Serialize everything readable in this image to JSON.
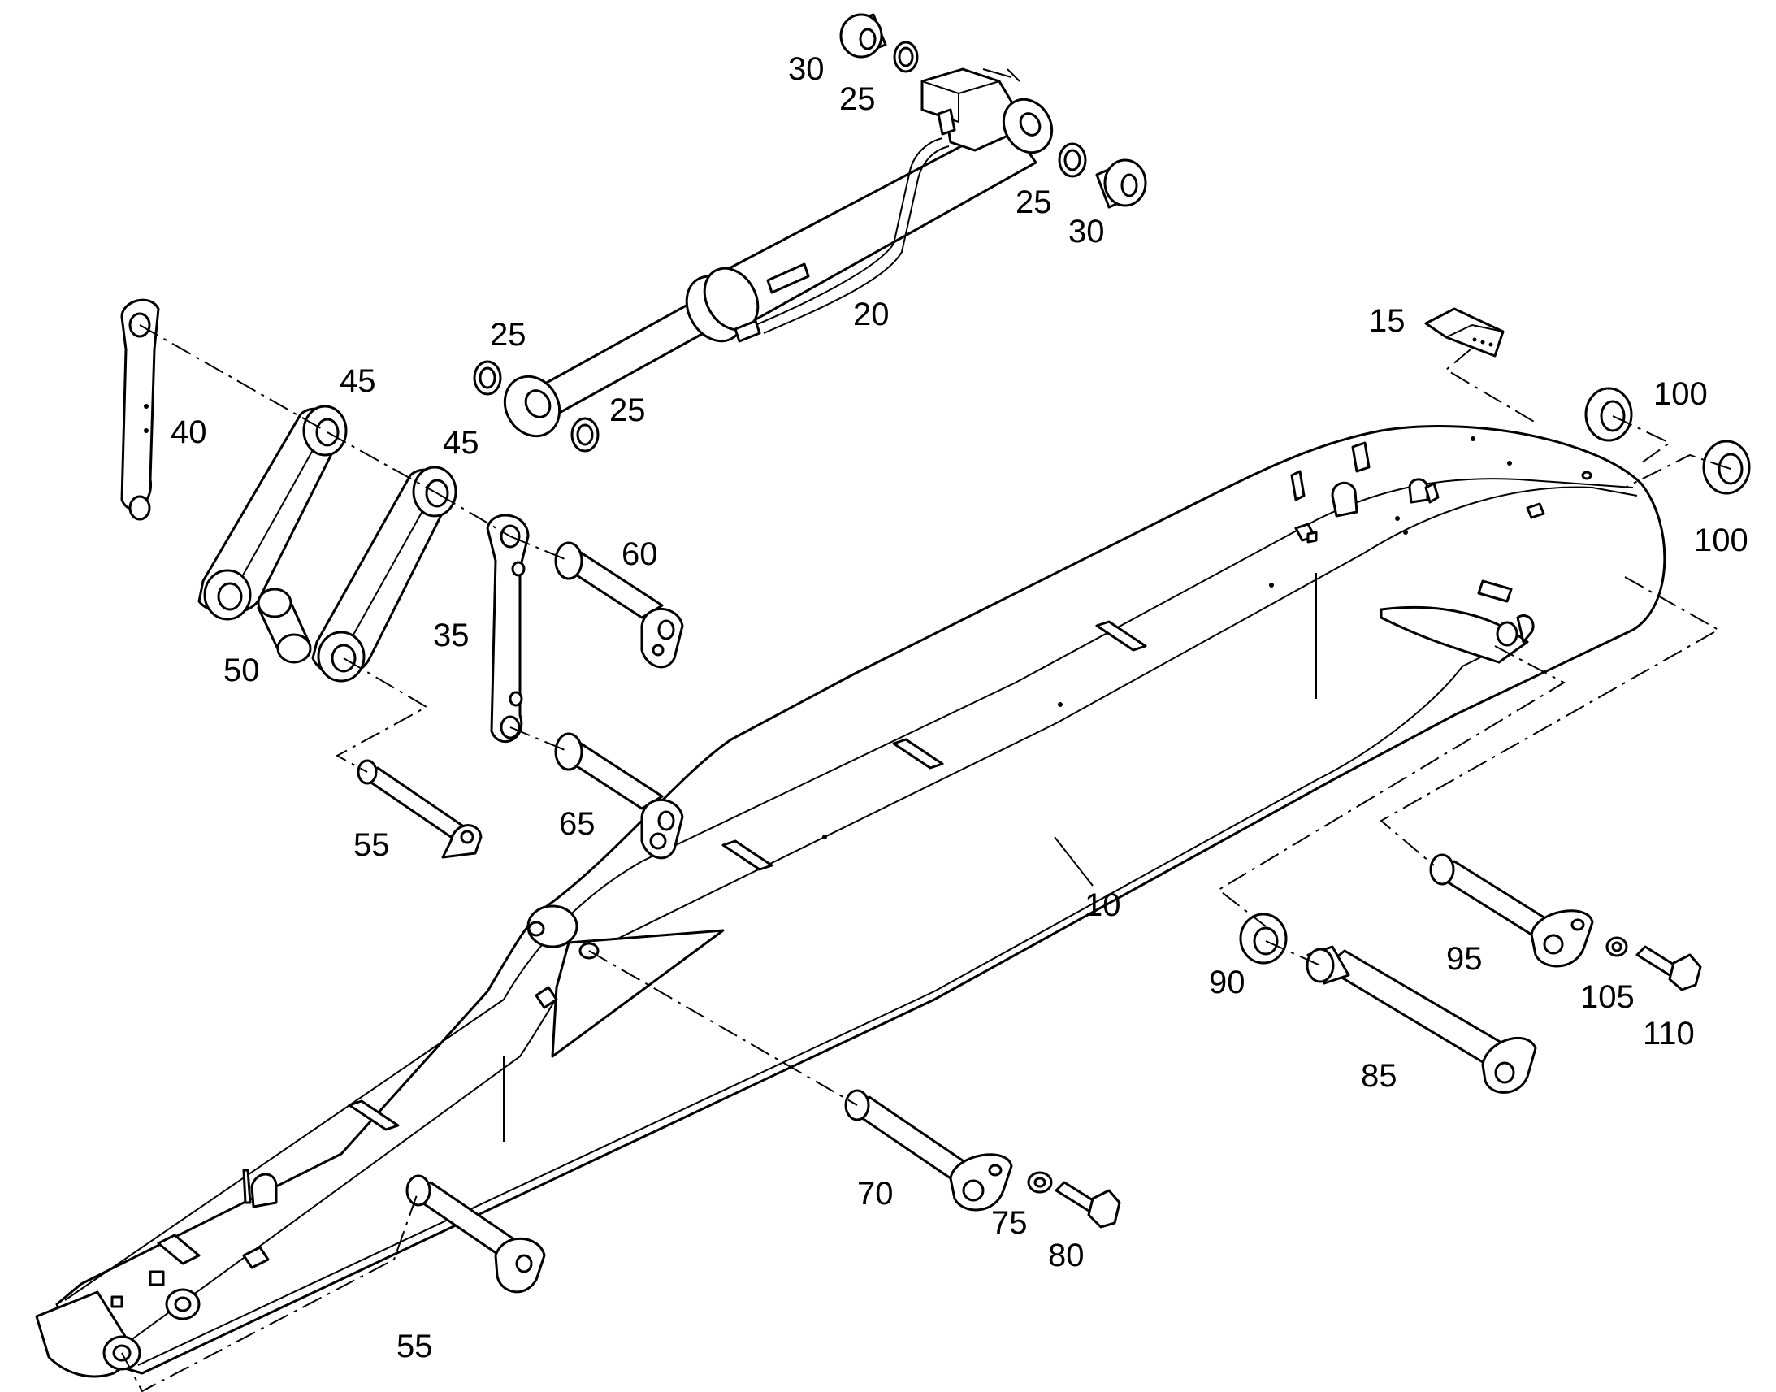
{
  "diagram": {
    "callouts": [
      {
        "id": "c10",
        "label": "10"
      },
      {
        "id": "c15",
        "label": "15"
      },
      {
        "id": "c20",
        "label": "20"
      },
      {
        "id": "c25a",
        "label": "25"
      },
      {
        "id": "c25b",
        "label": "25"
      },
      {
        "id": "c25c",
        "label": "25"
      },
      {
        "id": "c25d",
        "label": "25"
      },
      {
        "id": "c30a",
        "label": "30"
      },
      {
        "id": "c30b",
        "label": "30"
      },
      {
        "id": "c35",
        "label": "35"
      },
      {
        "id": "c40",
        "label": "40"
      },
      {
        "id": "c45a",
        "label": "45"
      },
      {
        "id": "c45b",
        "label": "45"
      },
      {
        "id": "c50",
        "label": "50"
      },
      {
        "id": "c55a",
        "label": "55"
      },
      {
        "id": "c55b",
        "label": "55"
      },
      {
        "id": "c60",
        "label": "60"
      },
      {
        "id": "c65",
        "label": "65"
      },
      {
        "id": "c70",
        "label": "70"
      },
      {
        "id": "c75",
        "label": "75"
      },
      {
        "id": "c80",
        "label": "80"
      },
      {
        "id": "c85",
        "label": "85"
      },
      {
        "id": "c90",
        "label": "90"
      },
      {
        "id": "c95",
        "label": "95"
      },
      {
        "id": "c100a",
        "label": "100"
      },
      {
        "id": "c100b",
        "label": "100"
      },
      {
        "id": "c105",
        "label": "105"
      },
      {
        "id": "c110",
        "label": "110"
      }
    ]
  }
}
